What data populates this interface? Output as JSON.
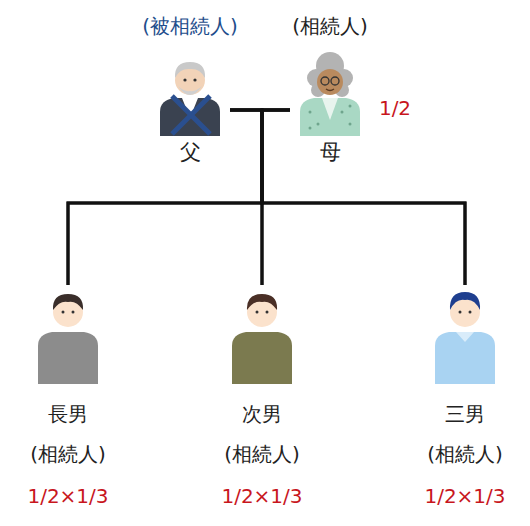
{
  "diagram": {
    "nodes": [
      {
        "text": [
          "(被相続人)",
          "父"
        ]
      },
      {
        "text": [
          "(相続人)",
          "母"
        ]
      },
      {
        "text": [
          "長男",
          "(相続人)"
        ]
      },
      {
        "text": [
          "次男",
          "(相続人)"
        ]
      },
      {
        "text": [
          "三男",
          "(相続人)"
        ]
      }
    ],
    "edges": [
      {
        "from": 0,
        "to": 1,
        "arrow": "none"
      },
      {
        "from": 0,
        "to": 2,
        "arrow": "none"
      },
      {
        "from": 1,
        "to": 2,
        "arrow": "none"
      },
      {
        "from": 0,
        "to": 3,
        "arrow": "none"
      },
      {
        "from": 1,
        "to": 3,
        "arrow": "none"
      },
      {
        "from": 0,
        "to": 4,
        "arrow": "none"
      },
      {
        "from": 1,
        "to": 4,
        "arrow": "none"
      }
    ],
    "labels": [
      "1/2",
      "1/2×1/3",
      "1/2×1/3",
      "1/2×1/3"
    ]
  }
}
